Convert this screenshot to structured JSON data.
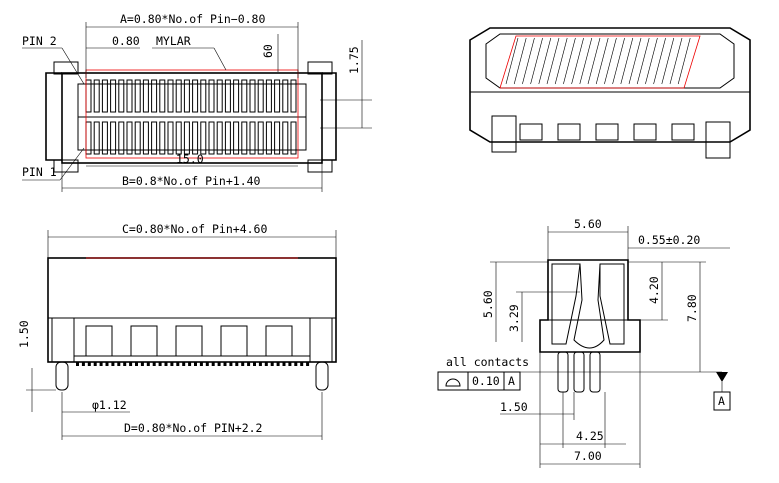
{
  "top_view": {
    "dim_a": "A=0.80*No.of  Pin−0.80",
    "dim_pitch": "0.80",
    "label_mylar": "MYLAR",
    "dim_60": "60",
    "dim_175": "1.75",
    "label_pin2": "PIN 2",
    "label_pin1": "PIN 1",
    "dim_150": "15.0",
    "dim_b": "B=0.8*No.of  Pin+1.40"
  },
  "front_view": {
    "dim_c": "C=0.80*No.of  Pin+4.60",
    "dim_150v": "1.50",
    "dim_phi": "φ1.12",
    "dim_d": "D=0.80*No.of  PIN+2.2"
  },
  "section_view": {
    "dim_560top": "5.60",
    "dim_055": "0.55±0.20",
    "dim_560v": "5.60",
    "dim_329": "3.29",
    "dim_420": "4.20",
    "dim_780": "7.80",
    "note_contacts": "all contacts",
    "tol_value": "0.10",
    "tol_datum": "A",
    "datum_label": "A",
    "dim_150h": "1.50",
    "dim_425": "4.25",
    "dim_700": "7.00"
  }
}
